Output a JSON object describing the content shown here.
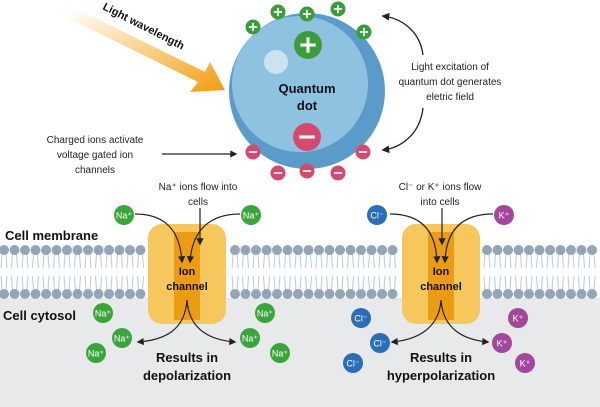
{
  "light": {
    "label": "Light wavelength"
  },
  "quantum_dot": {
    "label_line1": "Quantum",
    "label_line2": "dot"
  },
  "annotations": {
    "excitation": [
      "Light excitation of",
      "quantum dot generates",
      "eletric field"
    ],
    "activation": [
      "Charged ions activate",
      "voltage gated ion",
      "channels"
    ],
    "na_flow": [
      "Na⁺ ions flow into",
      "cells"
    ],
    "clk_flow": [
      "Cl⁻ or K⁺ ions flow",
      "into cells"
    ]
  },
  "regions": {
    "membrane": "Cell membrane",
    "cytosol": "Cell cytosol"
  },
  "channels": [
    {
      "label_line1": "Ion",
      "label_line2": "channel",
      "result_line1": "Results in",
      "result_line2": "depolarization"
    },
    {
      "label_line1": "Ion",
      "label_line2": "channel",
      "result_line1": "Results in",
      "result_line2": "hyperpolarization"
    }
  ],
  "ions": {
    "na": "Na⁺",
    "cl": "Cl⁻",
    "k": "K⁺"
  },
  "colors": {
    "positive": "#3a9c3a",
    "negative": "#d44a6e",
    "sodium": "#3aa63a",
    "chloride": "#2a6db8",
    "potassium": "#a2479c",
    "channel_outer": "#f6c75c",
    "channel_inner": "#eb9c12",
    "dot_outer": "#5b9bc9",
    "dot_inner": "#8fc2e0",
    "membrane_head": "#95a5b8",
    "cytosol": "#e8e9eb"
  }
}
